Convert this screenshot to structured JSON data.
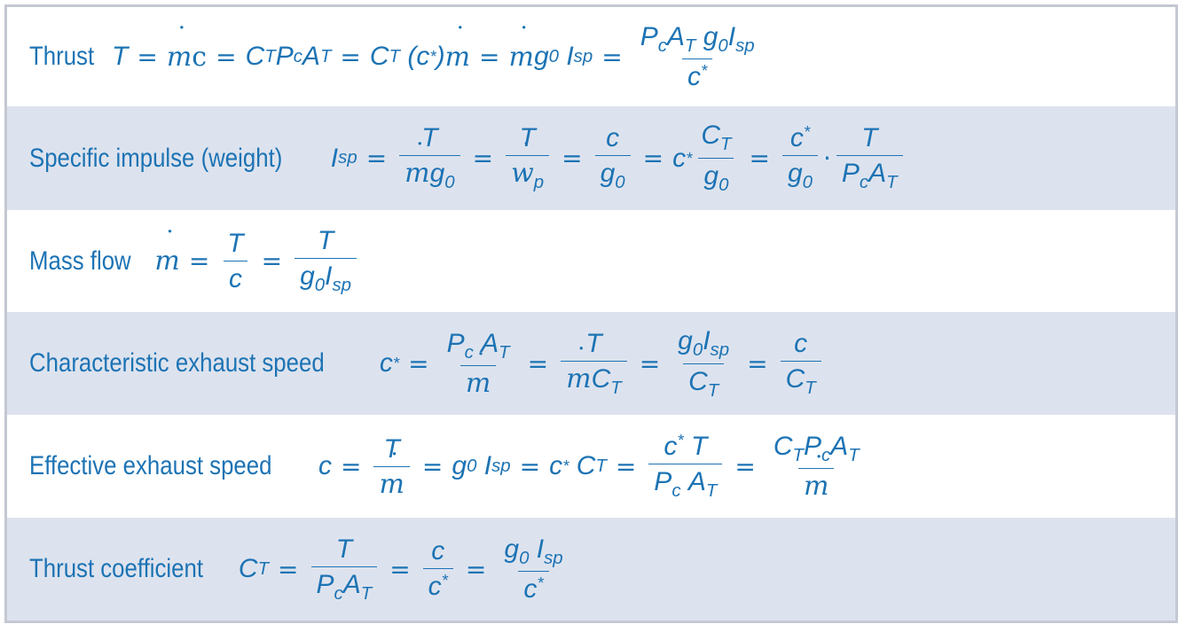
{
  "rows": [
    {
      "label": "Thrust"
    },
    {
      "label": "Specific impulse (weight)"
    },
    {
      "label": "Mass flow"
    },
    {
      "label": "Characteristic exhaust speed"
    },
    {
      "label": "Effective exhaust speed"
    },
    {
      "label": "Thrust coefficient"
    }
  ],
  "colors": {
    "text": "#1c73b4",
    "band": "#dde3ee",
    "border": "#c4c8d2"
  }
}
